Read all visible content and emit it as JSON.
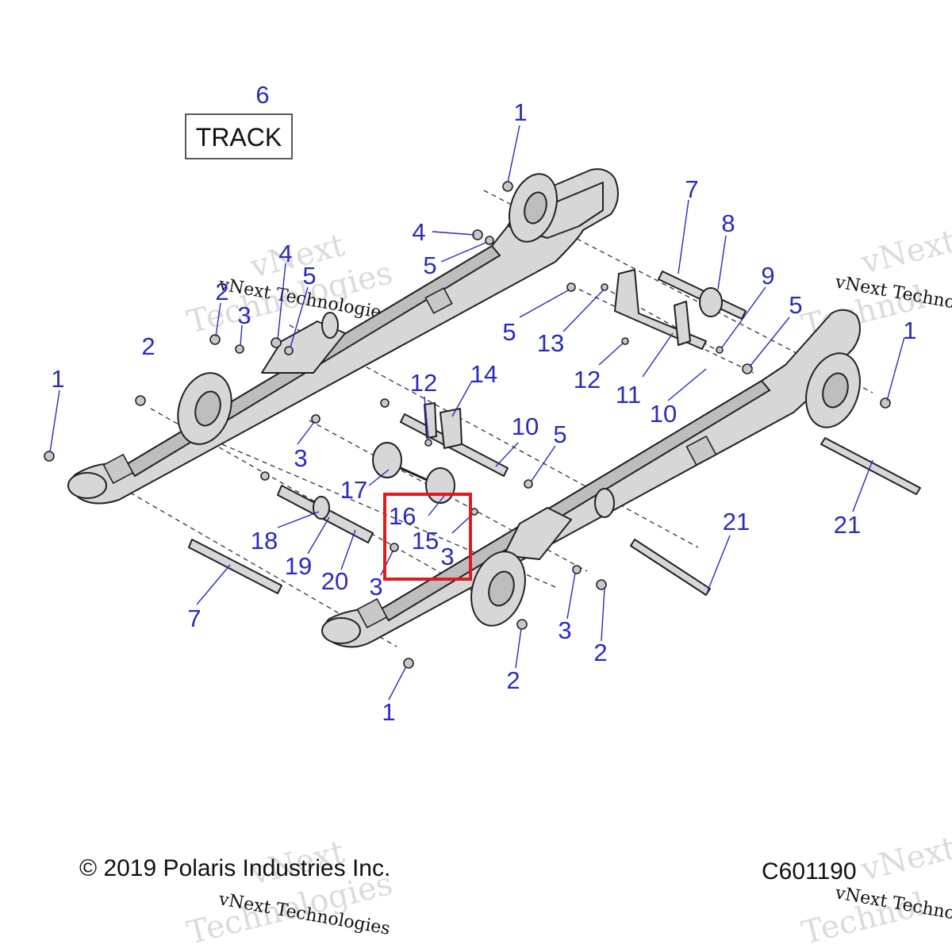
{
  "track_box_label": "TRACK",
  "watermark_brand": "vNext Technologies",
  "watermark_word_1": "vNext",
  "watermark_word_2": "Technologies",
  "watermark_partial_1": "vNext Techno",
  "watermark_partial_2": "Technol",
  "copyright": "© 2019 Polaris Industries Inc.",
  "diagram_code": "C601190",
  "highlight_color": "#e01b1b",
  "callout_color": "#2a2ac0",
  "callouts": [
    "6",
    "1",
    "4",
    "5",
    "4",
    "5",
    "7",
    "8",
    "9",
    "2",
    "3",
    "2",
    "5",
    "13",
    "5",
    "1",
    "12",
    "14",
    "12",
    "11",
    "10",
    "1",
    "3",
    "10",
    "5",
    "17",
    "16",
    "15",
    "3",
    "18",
    "19",
    "20",
    "3",
    "21",
    "21",
    "7",
    "3",
    "2",
    "2",
    "1"
  ]
}
